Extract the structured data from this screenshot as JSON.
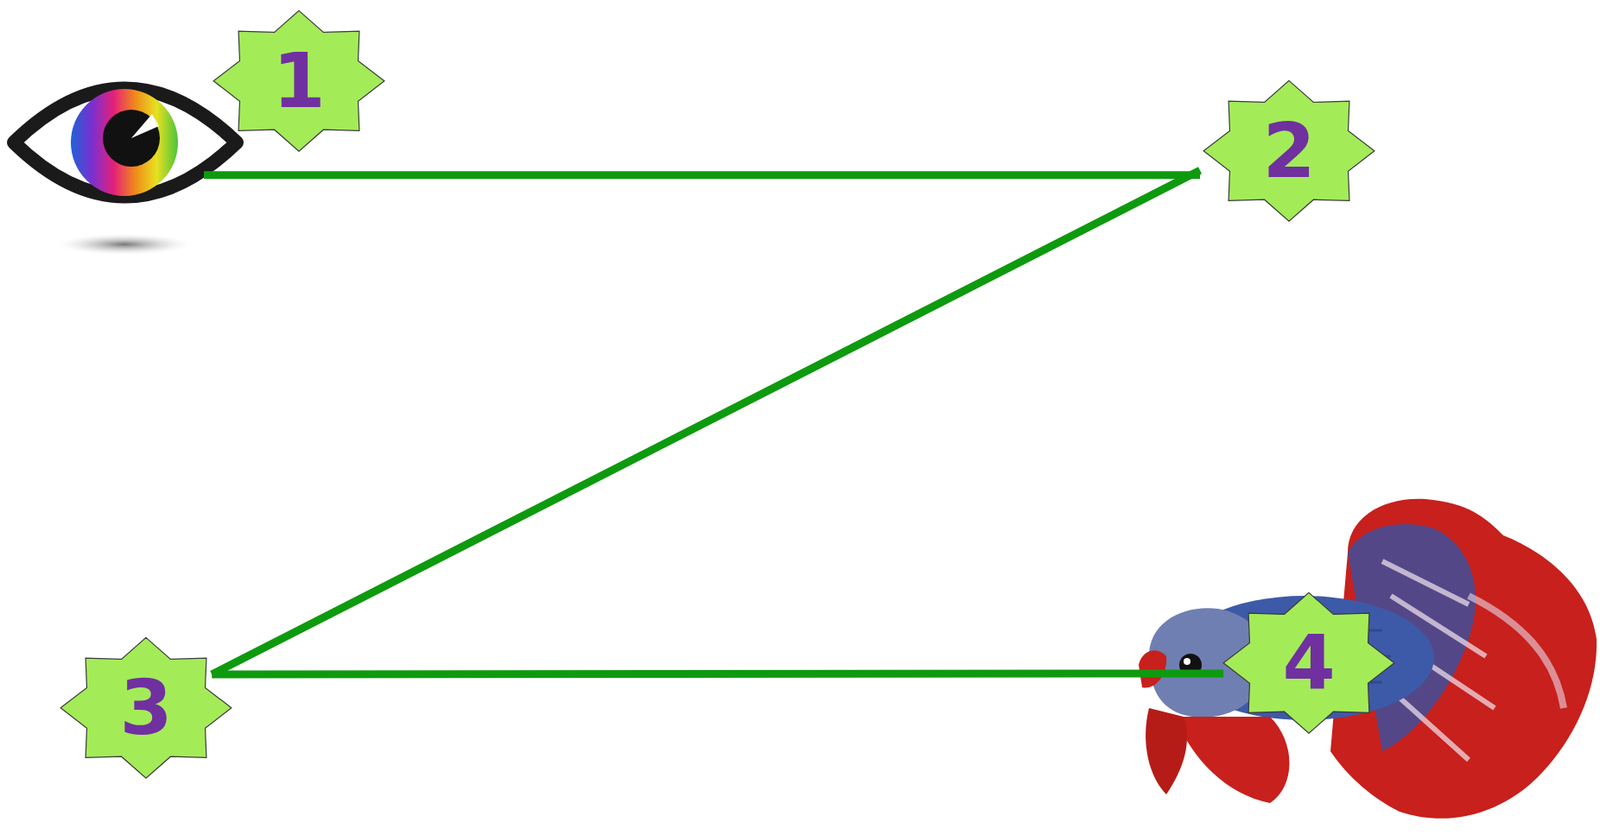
{
  "diagram": {
    "nodes": [
      {
        "text": [
          "1"
        ]
      },
      {
        "text": [
          "2"
        ]
      },
      {
        "text": [
          "3"
        ]
      },
      {
        "text": [
          "4"
        ]
      }
    ],
    "edges": [
      {
        "from": 0,
        "to": 1,
        "arrow": "none"
      },
      {
        "from": 1,
        "to": 2,
        "arrow": "none"
      },
      {
        "from": 2,
        "to": 3,
        "arrow": "none"
      }
    ]
  }
}
